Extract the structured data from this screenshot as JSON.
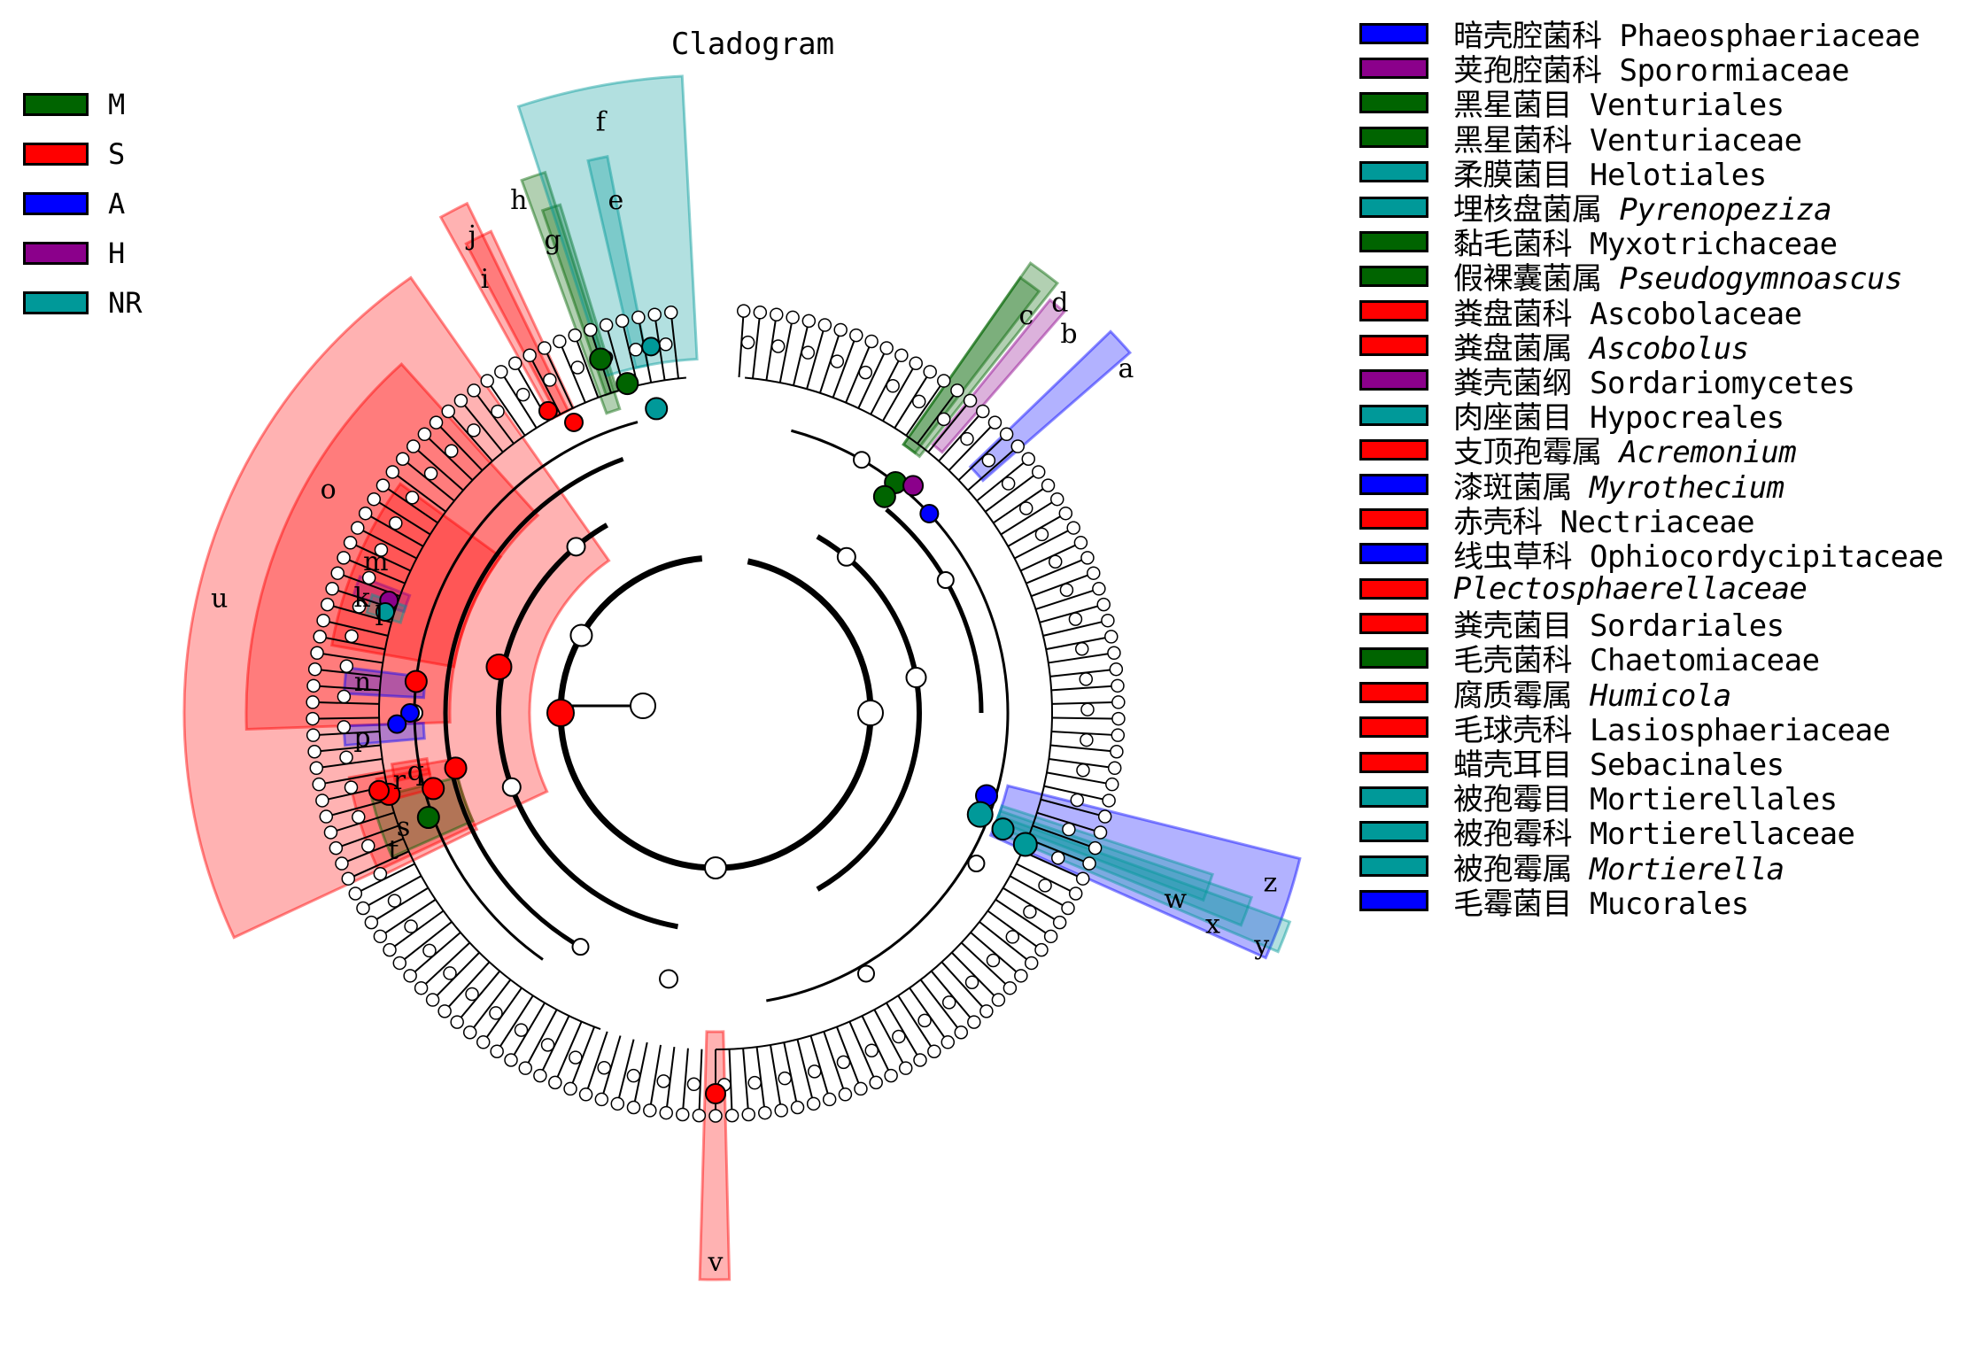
{
  "title": "Cladogram",
  "groups": [
    {
      "label": "M",
      "color": "#006400"
    },
    {
      "label": "S",
      "color": "#ff0000"
    },
    {
      "label": "A",
      "color": "#0000ff"
    },
    {
      "label": "H",
      "color": "#8b008b"
    },
    {
      "label": "NR",
      "color": "#009999"
    }
  ],
  "taxa": [
    {
      "letter": "a",
      "zh": "暗壳腔菌科",
      "latin": "Phaeosphaeriaceae",
      "group": "A",
      "italic": false
    },
    {
      "letter": "b",
      "zh": "荚孢腔菌科",
      "latin": "Sporormiaceae",
      "group": "H",
      "italic": false
    },
    {
      "letter": "c",
      "zh": "黑星菌目",
      "latin": "Venturiales",
      "group": "M",
      "italic": false
    },
    {
      "letter": "d",
      "zh": "黑星菌科",
      "latin": "Venturiaceae",
      "group": "M",
      "italic": false
    },
    {
      "letter": "e",
      "zh": "柔膜菌目",
      "latin": "Helotiales",
      "group": "NR",
      "italic": false
    },
    {
      "letter": "f",
      "zh": "埋核盘菌属",
      "latin": "Pyrenopeziza",
      "group": "NR",
      "italic": true
    },
    {
      "letter": "g",
      "zh": "黏毛菌科",
      "latin": "Myxotrichaceae",
      "group": "M",
      "italic": false
    },
    {
      "letter": "h",
      "zh": "假裸囊菌属",
      "latin": "Pseudogymnoascus",
      "group": "M",
      "italic": true
    },
    {
      "letter": "i",
      "zh": "粪盘菌科",
      "latin": "Ascobolaceae",
      "group": "S",
      "italic": false
    },
    {
      "letter": "j",
      "zh": "粪盘菌属",
      "latin": "Ascobolus",
      "group": "S",
      "italic": true
    },
    {
      "letter": "k",
      "zh": "粪壳菌纲",
      "latin": "Sordariomycetes",
      "group": "H",
      "italic": false
    },
    {
      "letter": "l",
      "zh": "肉座菌目",
      "latin": "Hypocreales",
      "group": "NR",
      "italic": false
    },
    {
      "letter": "m",
      "zh": "支顶孢霉属",
      "latin": "Acremonium",
      "group": "S",
      "italic": true
    },
    {
      "letter": "n",
      "zh": "漆斑菌属",
      "latin": "Myrothecium",
      "group": "A",
      "italic": true
    },
    {
      "letter": "o",
      "zh": "赤壳科",
      "latin": "Nectriaceae",
      "group": "S",
      "italic": false
    },
    {
      "letter": "p",
      "zh": "线虫草科",
      "latin": "Ophiocordycipitaceae",
      "group": "A",
      "italic": false
    },
    {
      "letter": "q",
      "zh": "",
      "latin": "Plectosphaerellaceae",
      "group": "S",
      "italic": true
    },
    {
      "letter": "r",
      "zh": "粪壳菌目",
      "latin": "Sordariales",
      "group": "S",
      "italic": false
    },
    {
      "letter": "s",
      "zh": "毛壳菌科",
      "latin": "Chaetomiaceae",
      "group": "M",
      "italic": false
    },
    {
      "letter": "t",
      "zh": "腐质霉属",
      "latin": "Humicola",
      "group": "S",
      "italic": true
    },
    {
      "letter": "u",
      "zh": "毛球壳科",
      "latin": "Lasiosphaeriaceae",
      "group": "S",
      "italic": false
    },
    {
      "letter": "v",
      "zh": "蜡壳耳目",
      "latin": "Sebacinales",
      "group": "S",
      "italic": false
    },
    {
      "letter": "w",
      "zh": "被孢霉目",
      "latin": "Mortierellales",
      "group": "NR",
      "italic": false
    },
    {
      "letter": "x",
      "zh": "被孢霉科",
      "latin": "Mortierellaceae",
      "group": "NR",
      "italic": false
    },
    {
      "letter": "y",
      "zh": "被孢霉属",
      "latin": "Mortierella",
      "group": "NR",
      "italic": true
    },
    {
      "letter": "z",
      "zh": "毛霉菌目",
      "latin": "Mucorales",
      "group": "A",
      "italic": false
    }
  ]
}
